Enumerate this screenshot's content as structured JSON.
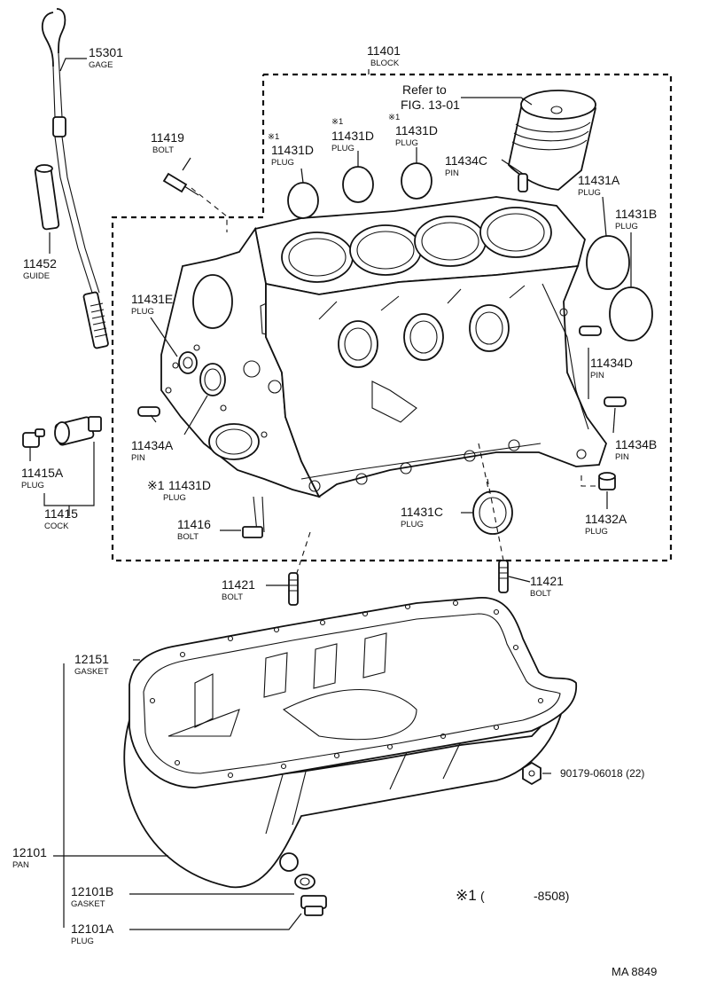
{
  "callouts": {
    "c15301": {
      "num": "15301",
      "name": "GAGE"
    },
    "c11401": {
      "num": "11401",
      "name": "BLOCK"
    },
    "ref": {
      "line1": "Refer to",
      "line2": "FIG. 13-01"
    },
    "c11419": {
      "num": "11419",
      "name": "BOLT"
    },
    "c11431D_a": {
      "mark": "※1",
      "num": "11431D",
      "name": "PLUG"
    },
    "c11431D_b": {
      "mark": "※1",
      "num": "11431D",
      "name": "PLUG"
    },
    "c11431D_c": {
      "mark": "※1",
      "num": "11431D",
      "name": "PLUG"
    },
    "c11434C": {
      "num": "11434C",
      "name": "PIN"
    },
    "c11431A": {
      "num": "11431A",
      "name": "PLUG"
    },
    "c11431B": {
      "num": "11431B",
      "name": "PLUG"
    },
    "c11452": {
      "num": "11452",
      "name": "GUIDE"
    },
    "c11431E": {
      "num": "11431E",
      "name": "PLUG"
    },
    "c11434D": {
      "num": "11434D",
      "name": "PIN"
    },
    "c11434A": {
      "num": "11434A",
      "name": "PIN"
    },
    "c11434B": {
      "num": "11434B",
      "name": "PIN"
    },
    "c11415A": {
      "num": "11415A",
      "name": "PLUG"
    },
    "c11415": {
      "num": "11415",
      "name": "COCK"
    },
    "c11431D_d": {
      "mark": "※1",
      "num": "11431D",
      "name": "PLUG"
    },
    "c11431C": {
      "num": "11431C",
      "name": "PLUG"
    },
    "c11432A": {
      "num": "11432A",
      "name": "PLUG"
    },
    "c11416": {
      "num": "11416",
      "name": "BOLT"
    },
    "c11421_l": {
      "num": "11421",
      "name": "BOLT"
    },
    "c11421_r": {
      "num": "11421",
      "name": "BOLT"
    },
    "c12151": {
      "num": "12151",
      "name": "GASKET"
    },
    "c90179": {
      "num": "90179-06018 (22)"
    },
    "c12101": {
      "num": "12101",
      "name": "PAN"
    },
    "c12101B": {
      "num": "12101B",
      "name": "GASKET"
    },
    "c12101A": {
      "num": "12101A",
      "name": "PLUG"
    }
  },
  "note": {
    "mark": "※1",
    "open": "(",
    "range": "-8508)"
  },
  "figure_code": "MA 8849"
}
